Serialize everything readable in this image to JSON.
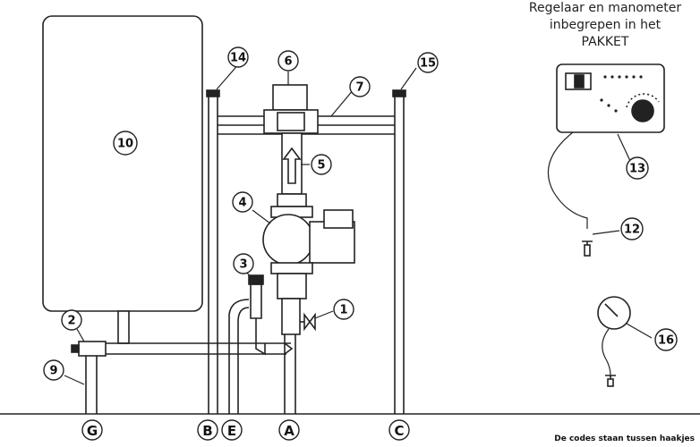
{
  "caption": {
    "line1": "Regelaar en manometer",
    "line2": "inbegrepen in het",
    "line3": "PAKKET"
  },
  "callouts": {
    "c1": "1",
    "c2": "2",
    "c3": "3",
    "c4": "4",
    "c5": "5",
    "c6": "6",
    "c7": "7",
    "c9": "9",
    "c10": "10",
    "c12": "12",
    "c13": "13",
    "c14": "14",
    "c15": "15",
    "c16": "16"
  },
  "connections": {
    "g": "G",
    "b": "B",
    "e": "E",
    "a": "A",
    "c": "C"
  },
  "footnote": "De codes staan tussen haakjes"
}
